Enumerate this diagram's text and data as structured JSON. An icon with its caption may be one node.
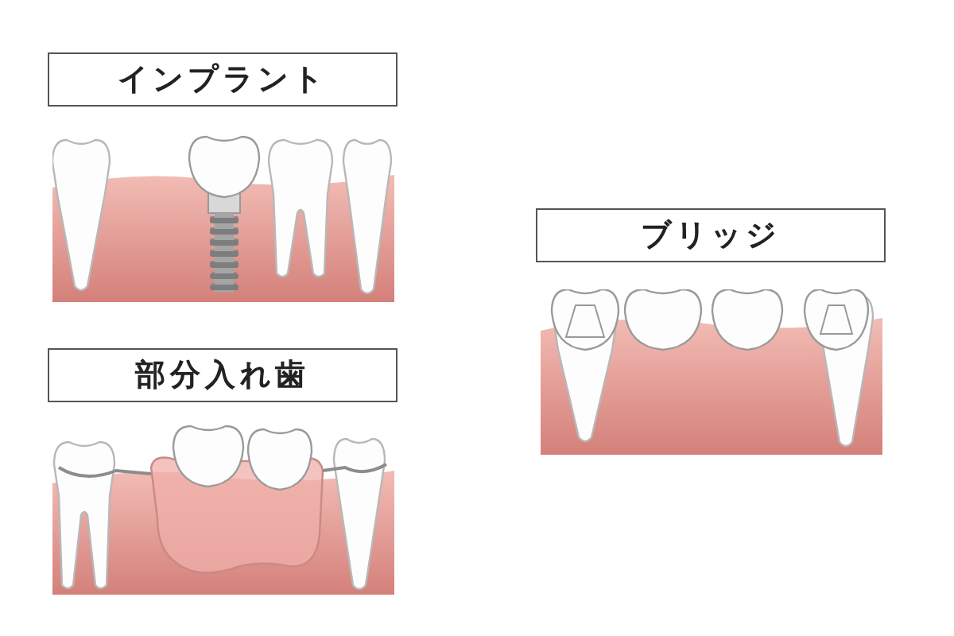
{
  "diagram": {
    "nodes": [
      {
        "text": [
          "インプラント"
        ]
      },
      {
        "text": [
          "部分入れ歯"
        ]
      },
      {
        "text": [
          "ブリッジ"
        ]
      }
    ]
  }
}
